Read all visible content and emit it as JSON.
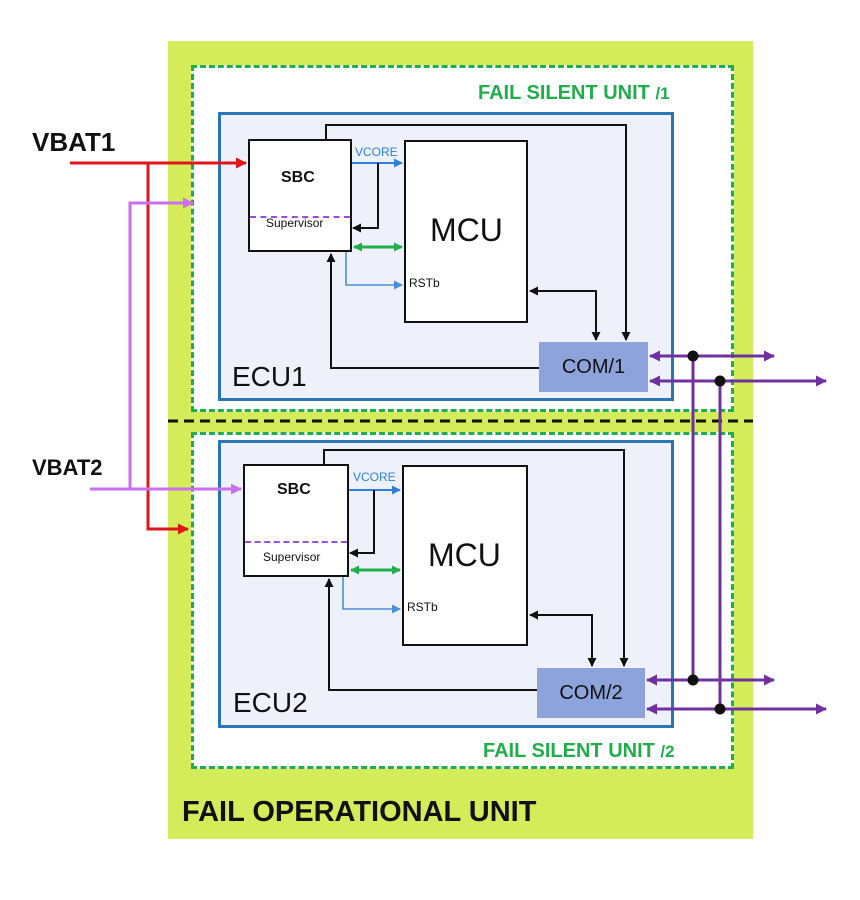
{
  "vbat1": "VBAT1",
  "vbat2": "VBAT2",
  "fsu1_label": "FAIL SILENT UNIT",
  "fsu1_suffix": "/1",
  "fsu2_label": "FAIL SILENT UNIT",
  "fsu2_suffix": "/2",
  "fou_label": "FAIL OPERATIONAL UNIT",
  "ecu1": {
    "name": "ECU1",
    "sbc": "SBC",
    "supervisor": "Supervisor",
    "vcore": "VCORE",
    "mcu": "MCU",
    "rstb": "RSTb",
    "com": "COM/1"
  },
  "ecu2": {
    "name": "ECU2",
    "sbc": "SBC",
    "supervisor": "Supervisor",
    "vcore": "VCORE",
    "mcu": "MCU",
    "rstb": "RSTb",
    "com": "COM/2"
  },
  "colors": {
    "fou_fill": "#d4ec5a",
    "fsu_border": "#1fae4a",
    "ecu_border": "#2a74b8",
    "ecu_fill": "#eef1fa",
    "com_fill": "#8ea3dc",
    "vbat1_line": "#e0161b",
    "vbat2_line": "#cc6ef0",
    "vcore_line": "#2d7fe0",
    "spi_line": "#1fae4a",
    "rst_line": "#4a90d9",
    "bus_line": "#7030a0"
  }
}
